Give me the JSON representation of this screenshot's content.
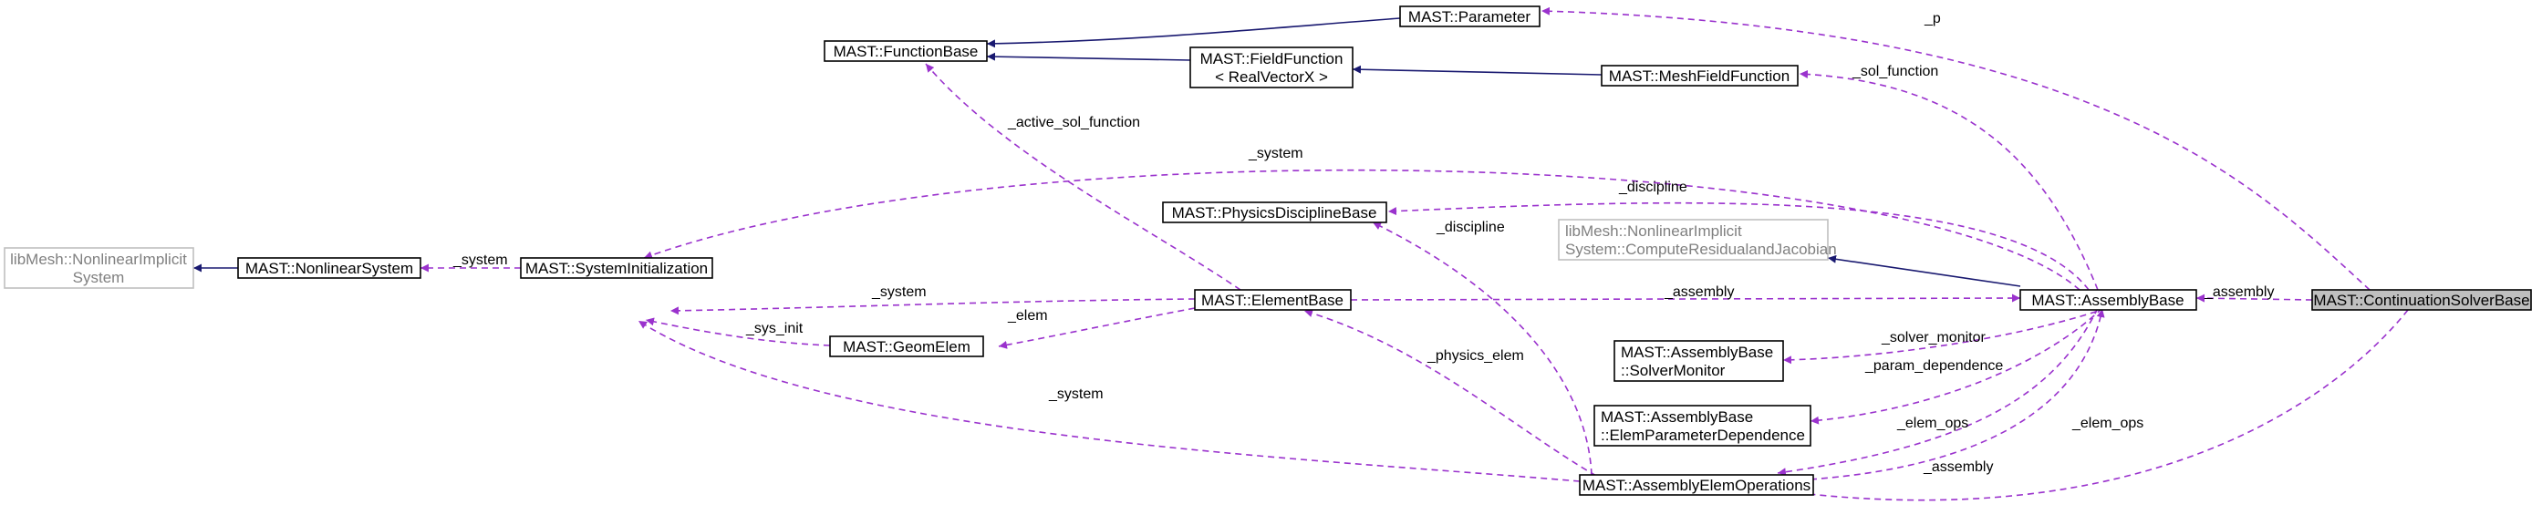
{
  "nodes": {
    "continuation_solver_base": "MAST::ContinuationSolverBase",
    "assembly_base": "MAST::AssemblyBase",
    "parameter": "MAST::Parameter",
    "function_base": "MAST::FunctionBase",
    "field_function_1": "MAST::FieldFunction",
    "field_function_2": "< RealVectorX >",
    "mesh_field_function": "MAST::MeshFieldFunction",
    "physics_discipline_base": "MAST::PhysicsDisciplineBase",
    "libmesh_compute_1": "libMesh::NonlinearImplicit",
    "libmesh_compute_2": "System::ComputeResidualandJacobian",
    "element_base": "MAST::ElementBase",
    "system_initialization": "MAST::SystemInitialization",
    "nonlinear_system": "MAST::NonlinearSystem",
    "libmesh_nonlinear_1": "libMesh::NonlinearImplicit",
    "libmesh_nonlinear_2": "System",
    "geom_elem": "MAST::GeomElem",
    "solver_monitor_1": "MAST::AssemblyBase",
    "solver_monitor_2": "::SolverMonitor",
    "elem_param_dep_1": "MAST::AssemblyBase",
    "elem_param_dep_2": "::ElemParameterDependence",
    "assembly_elem_operations": "MAST::AssemblyElemOperations"
  },
  "edge_labels": {
    "p": "_p",
    "sol_function": "_sol_function",
    "active_sol_function": "_active_sol_function",
    "system_top": "_system",
    "discipline_top": "_discipline",
    "discipline_mid": "_discipline",
    "assembly_csb": "_assembly",
    "assembly_elem": "_assembly",
    "system_mid": "_system",
    "system_left": "_system",
    "elem": "_elem",
    "sys_init": "_sys_init",
    "solver_monitor": "_solver_monitor",
    "param_dependence": "_param_dependence",
    "physics_elem": "_physics_elem",
    "elem_ops_left": "_elem_ops",
    "elem_ops_right": "_elem_ops",
    "assembly_bottom": "_assembly",
    "system_bottom": "_system"
  },
  "colors": {
    "inheritance_edge": "#191970",
    "usage_edge": "#9a32cd",
    "highlighted_node_fill": "#bfbfbf",
    "external_node_border": "#bfbfbf"
  }
}
